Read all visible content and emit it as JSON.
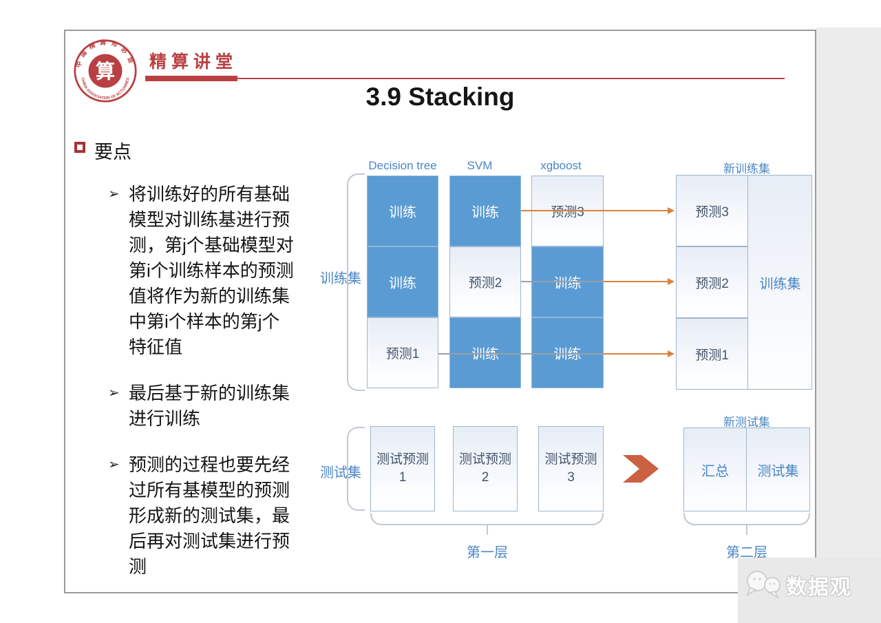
{
  "title": "3.9 Stacking",
  "header": {
    "brand": "精算讲堂",
    "logo": {
      "arc_top": "中国精算师协会",
      "arc_bottom": "CHINA ASSOCIATION OF ACTUARIES",
      "center": "算"
    }
  },
  "keypoints": {
    "heading": "要点",
    "marker": "➢",
    "bullets": [
      {
        "text": "将训练好的所有基础模型对训练基进行预测，第j个基础模型对第i个训练样本的预测值将作为新的训练集中第i个样本的第j个特征值"
      },
      {
        "text": "最后基于新的训练集进行训练"
      },
      {
        "text": "预测的过程也要先经过所有基模型的预测形成新的测试集，最后再对测试集进行预测"
      }
    ]
  },
  "diagram": {
    "top": {
      "model_headers": [
        "Decision tree",
        "SVM",
        "xgboost"
      ],
      "left_label": "训练集",
      "columns": [
        {
          "model": "Decision tree",
          "cells": [
            {
              "label": "训练",
              "kind": "train"
            },
            {
              "label": "训练",
              "kind": "train"
            },
            {
              "label": "预测1",
              "kind": "pred"
            }
          ]
        },
        {
          "model": "SVM",
          "cells": [
            {
              "label": "训练",
              "kind": "train"
            },
            {
              "label": "预测2",
              "kind": "pred"
            },
            {
              "label": "训练",
              "kind": "train"
            }
          ]
        },
        {
          "model": "xgboost",
          "cells": [
            {
              "label": "预测3",
              "kind": "pred"
            },
            {
              "label": "训练",
              "kind": "train"
            },
            {
              "label": "训练",
              "kind": "train"
            }
          ]
        }
      ],
      "new_train": {
        "header": "新训练集",
        "preds": [
          "预测3",
          "预测2",
          "预测1"
        ],
        "right_label": "训练集"
      }
    },
    "bottom": {
      "left_label": "测试集",
      "test_boxes": [
        {
          "line1": "测试预测",
          "line2": "1"
        },
        {
          "line1": "测试预测",
          "line2": "2"
        },
        {
          "line1": "测试预测",
          "line2": "3"
        }
      ],
      "new_test": {
        "header": "新测试集",
        "cells": [
          "汇总",
          "测试集"
        ]
      },
      "layer_labels": [
        "第一层",
        "第二层"
      ]
    },
    "colors": {
      "box_blue": "#5b9bd3",
      "label_blue": "#4a86c5",
      "cell_text": "#44546a",
      "connector_orange": "#d9813f",
      "connector_silver": "#9aa0a8",
      "chevron_orange": "#cb6142",
      "brand_red": "#b94042"
    }
  },
  "watermark": {
    "text": "数据观"
  }
}
